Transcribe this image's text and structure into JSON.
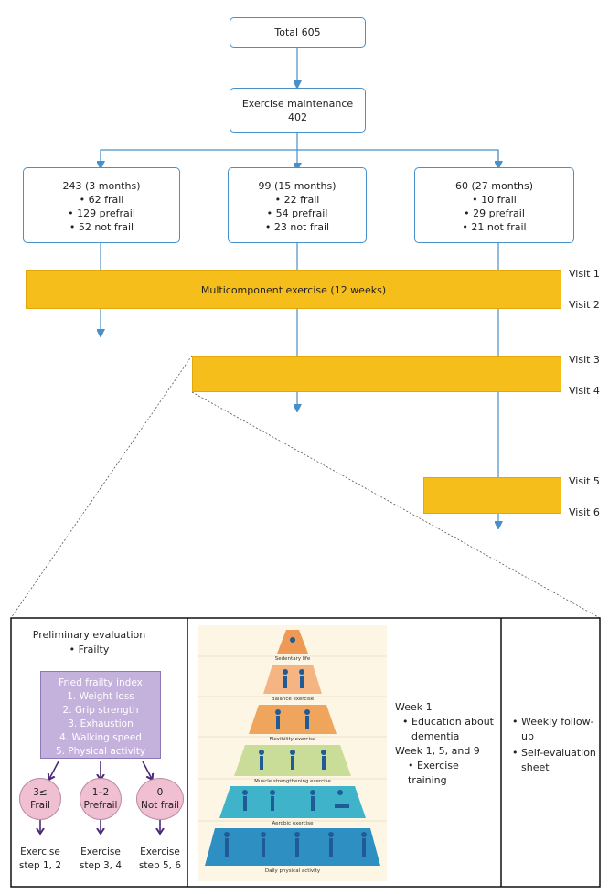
{
  "flow": {
    "total": "Total 605",
    "maintenance_line1": "Exercise maintenance",
    "maintenance_line2": "402",
    "groups": [
      {
        "title": "243 (3 months)",
        "items": [
          "62 frail",
          "129 prefrail",
          "52 not frail"
        ]
      },
      {
        "title": "99 (15 months)",
        "items": [
          "22 frail",
          "54 prefrail",
          "23 not frail"
        ]
      },
      {
        "title": "60 (27 months)",
        "items": [
          "10 frail",
          "29 prefrail",
          "21 not frail"
        ]
      }
    ],
    "bar_label": "Multicomponent exercise (12 weeks)",
    "visits": [
      "Visit 1",
      "Visit 2",
      "Visit 3",
      "Visit 4",
      "Visit 5",
      "Visit 6"
    ],
    "colors": {
      "arrow": "#4a90c8",
      "bar": "#f6be1a",
      "oval": "#f1bfd2",
      "fried": "#c4b1dc",
      "arrow_purple": "#4b2a7a"
    }
  },
  "detail": {
    "left": {
      "title": "Preliminary evaluation",
      "bullet": "Frailty",
      "fried_title": "Fried frailty index",
      "fried_items": [
        "1. Weight loss",
        "2. Grip strength",
        "3. Exhaustion",
        "4. Walking speed",
        "5. Physical activity"
      ],
      "categories": [
        {
          "score": "3≤",
          "label": "Frail",
          "step1": "Exercise",
          "step2": "step 1, 2"
        },
        {
          "score": "1–2",
          "label": "Prefrail",
          "step1": "Exercise",
          "step2": "step 3, 4"
        },
        {
          "score": "0",
          "label": "Not frail",
          "step1": "Exercise",
          "step2": "step 5, 6"
        }
      ]
    },
    "pyramid": {
      "levels": [
        "Sedentary life",
        "Balance exercise",
        "Flexibility exercise",
        "Muscle strengthening exercise",
        "Aerobic exercise",
        "Daily physical activity"
      ],
      "colors": [
        "#ee9a56",
        "#f5b582",
        "#f0a55c",
        "#c9dc98",
        "#3fb3c9",
        "#2e8fc3"
      ],
      "icon_name": "exercise-figure-icon"
    },
    "weeks": {
      "week1": "Week 1",
      "education": "Education about dementia",
      "week159": "Week 1, 5, and 9",
      "training": "Exercise training"
    },
    "right": {
      "item1": "Weekly follow-up",
      "item2": "Self-evaluation sheet"
    }
  }
}
